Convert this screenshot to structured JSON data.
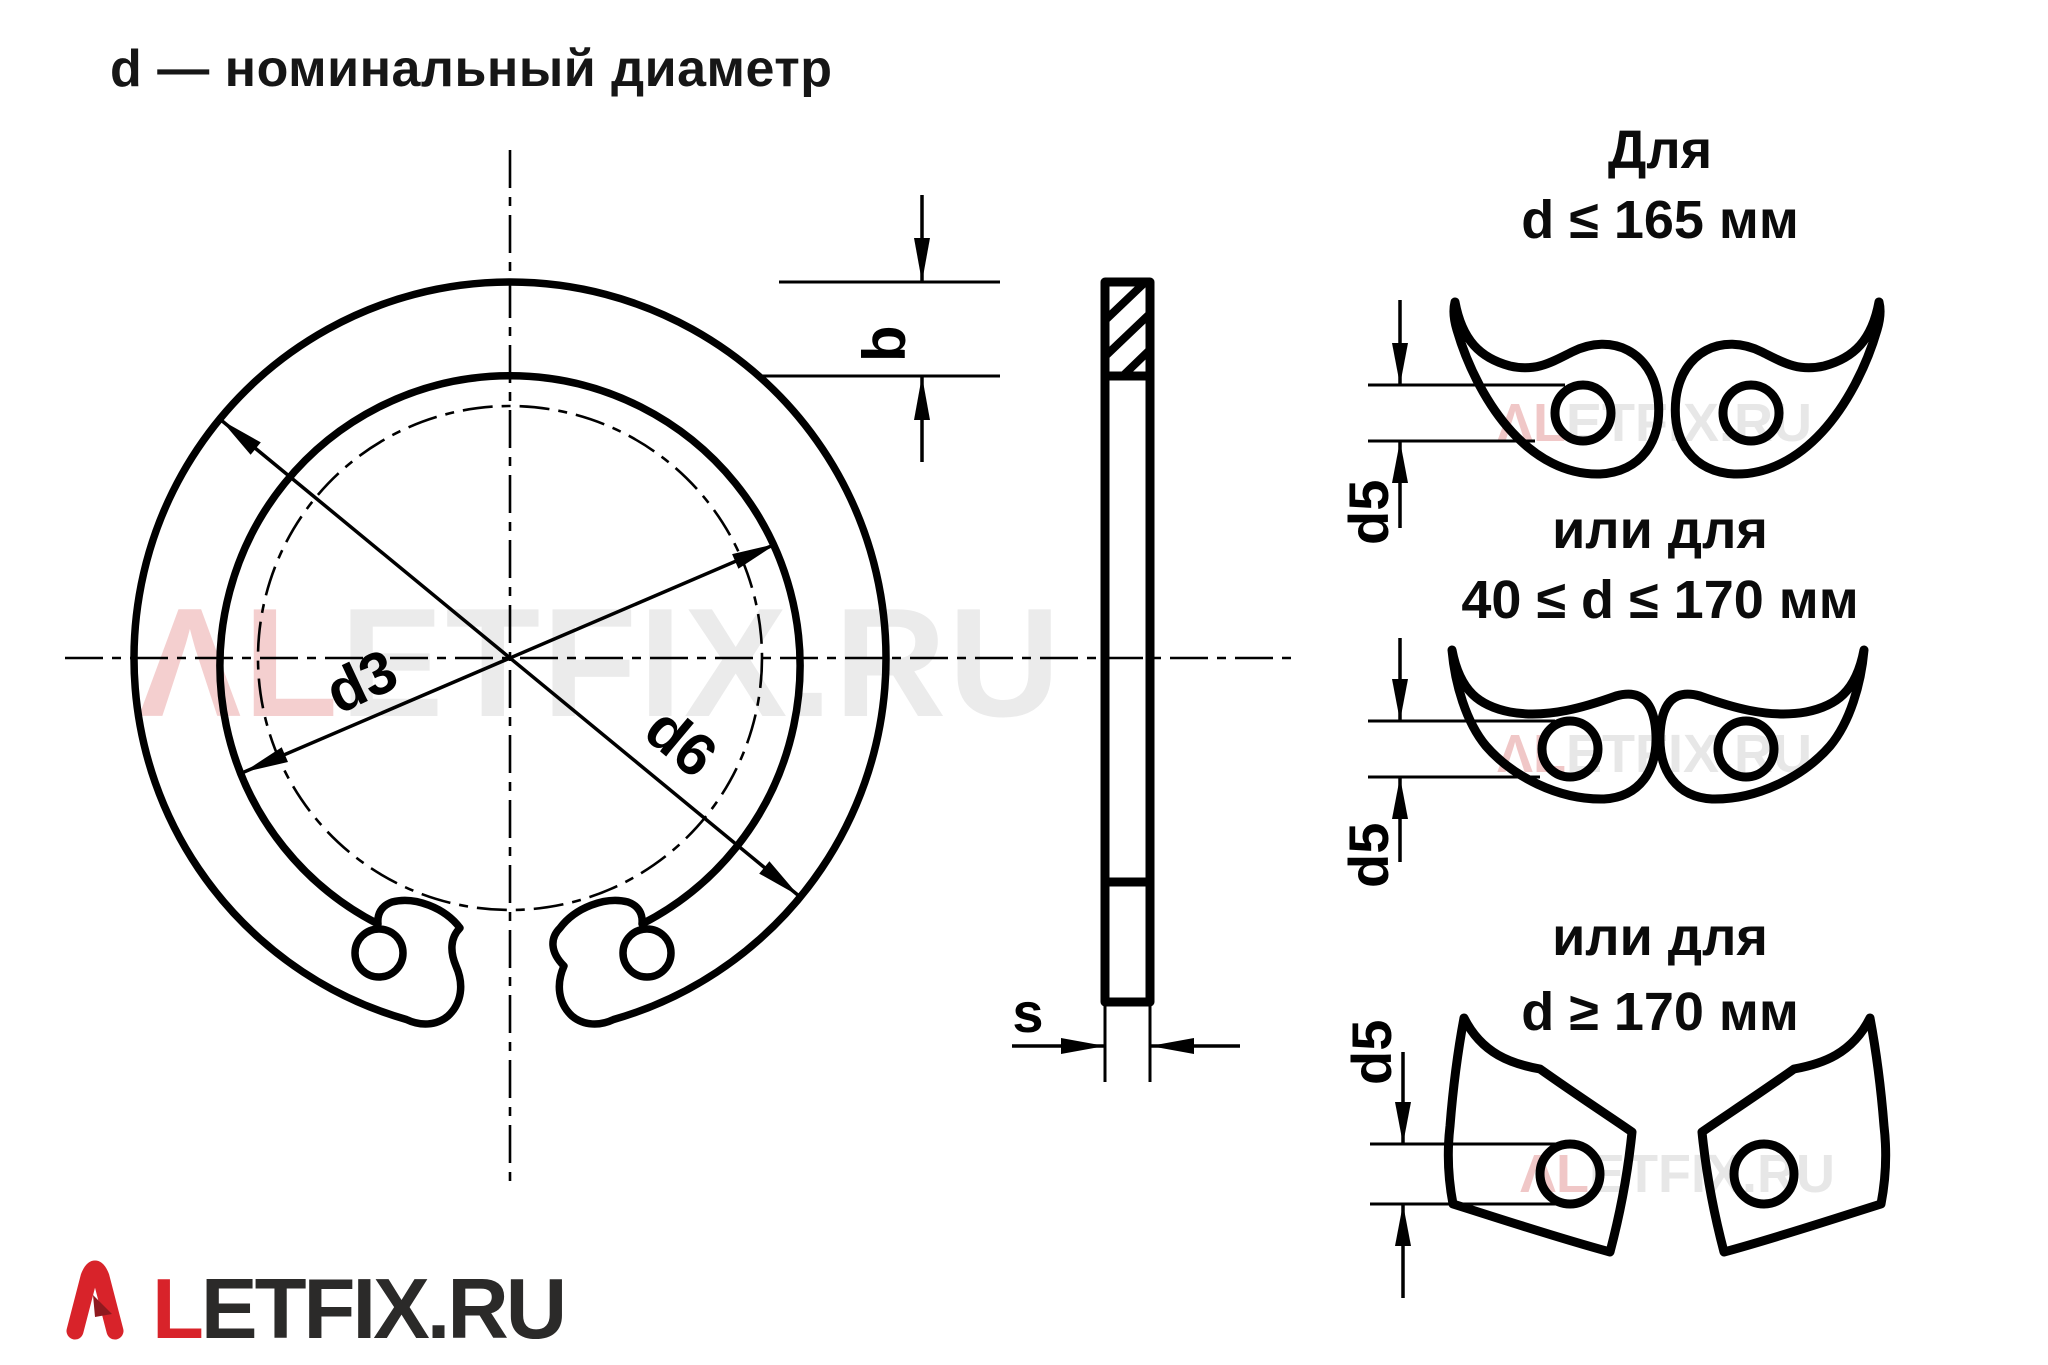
{
  "title": "d — номинальный диаметр",
  "main_view": {
    "labels": {
      "d3": "d3",
      "d6": "d6",
      "b": "b"
    }
  },
  "section_view": {
    "label_s": "s"
  },
  "lug_variants": [
    {
      "caption_line1": "Для",
      "caption_line2": "d ≤ 165 мм",
      "dim_label": "d5"
    },
    {
      "caption_line1": "или для",
      "caption_line2": "40 ≤ d ≤ 170 мм",
      "dim_label": "d5"
    },
    {
      "caption_line1": "или для",
      "caption_line2": "d ≥ 170 мм",
      "dim_label": "d5"
    }
  ],
  "watermark": {
    "prefix": "ΛL",
    "suffix": "ETFIX.RU"
  },
  "logo": {
    "l": "L",
    "rest": "ETFIX.RU"
  },
  "colors": {
    "line": "#000000",
    "logo_red": "#d8232a",
    "logo_dark": "#2b2a29",
    "logo_shadow": "#8f1a1f",
    "watermark_gray": "#ebebeb",
    "watermark_pink": "#f4cfcf"
  }
}
